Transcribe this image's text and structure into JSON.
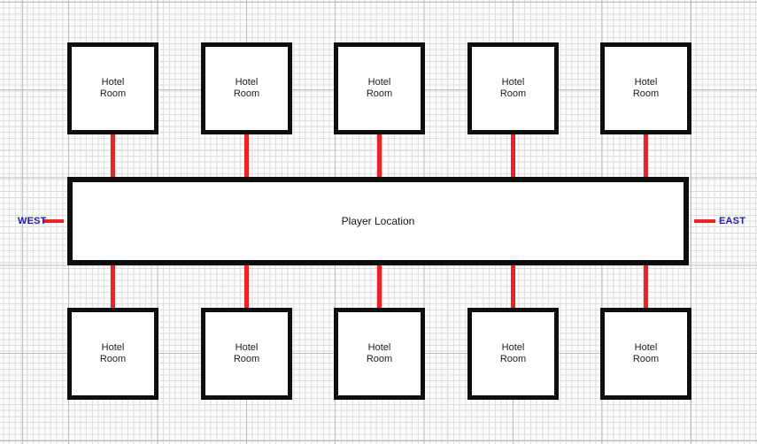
{
  "colors": {
    "connector-red": "#ed2224",
    "compass-navy": "#21219e",
    "wall-black": "#0e0e0e",
    "grid-minor": "#dcdcdc",
    "grid-major": "#bdbdbd"
  },
  "compass": {
    "west": "WEST",
    "east": "EAST"
  },
  "hallway": {
    "label": "Player Location"
  },
  "rooms": {
    "top": [
      {
        "label": "Hotel\nRoom"
      },
      {
        "label": "Hotel\nRoom"
      },
      {
        "label": "Hotel\nRoom"
      },
      {
        "label": "Hotel\nRoom"
      },
      {
        "label": "Hotel\nRoom"
      }
    ],
    "bottom": [
      {
        "label": "Hotel\nRoom"
      },
      {
        "label": "Hotel\nRoom"
      },
      {
        "label": "Hotel\nRoom"
      },
      {
        "label": "Hotel\nRoom"
      },
      {
        "label": "Hotel\nRoom"
      }
    ]
  }
}
